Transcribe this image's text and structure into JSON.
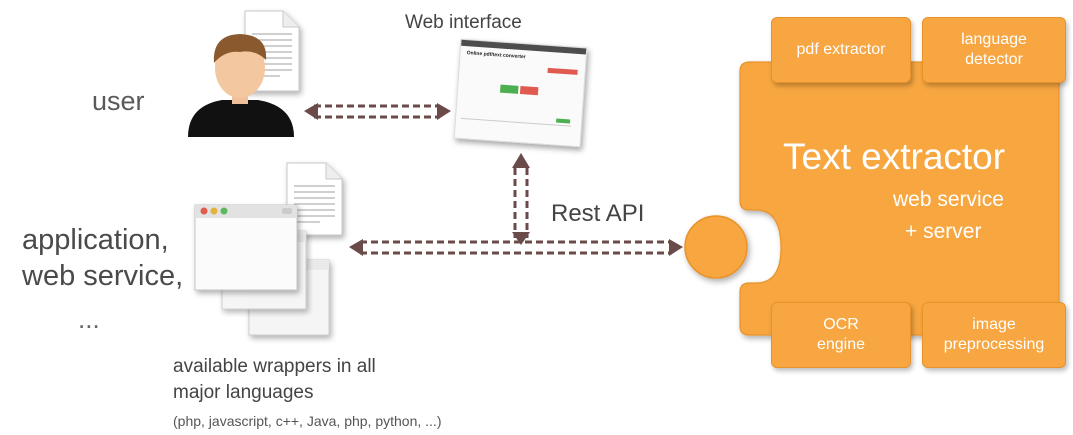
{
  "labels": {
    "user": "user",
    "web_interface": "Web interface",
    "rest_api": "Rest API",
    "app_line1": "application,",
    "app_line2": "web service,",
    "app_dots": "...",
    "wrappers_line1": "available wrappers in all",
    "wrappers_line2": "major languages",
    "wrappers_sub": "(php, javascript, c++, Java, php, python, ...)"
  },
  "text_extractor": {
    "title": "Text extractor",
    "sub1": "web service",
    "sub2": "+ server",
    "modules": {
      "pdf": "pdf extractor",
      "lang_1": "language",
      "lang_2": "detector",
      "ocr_1": "OCR",
      "ocr_2": "engine",
      "img_1": "image",
      "img_2": "preprocessing"
    }
  },
  "screenshot": {
    "title": "Online pdf/text converter"
  },
  "colors": {
    "orange": "#f7a641",
    "orange_border": "#e8922a",
    "arrow": "#6b4a4a"
  }
}
